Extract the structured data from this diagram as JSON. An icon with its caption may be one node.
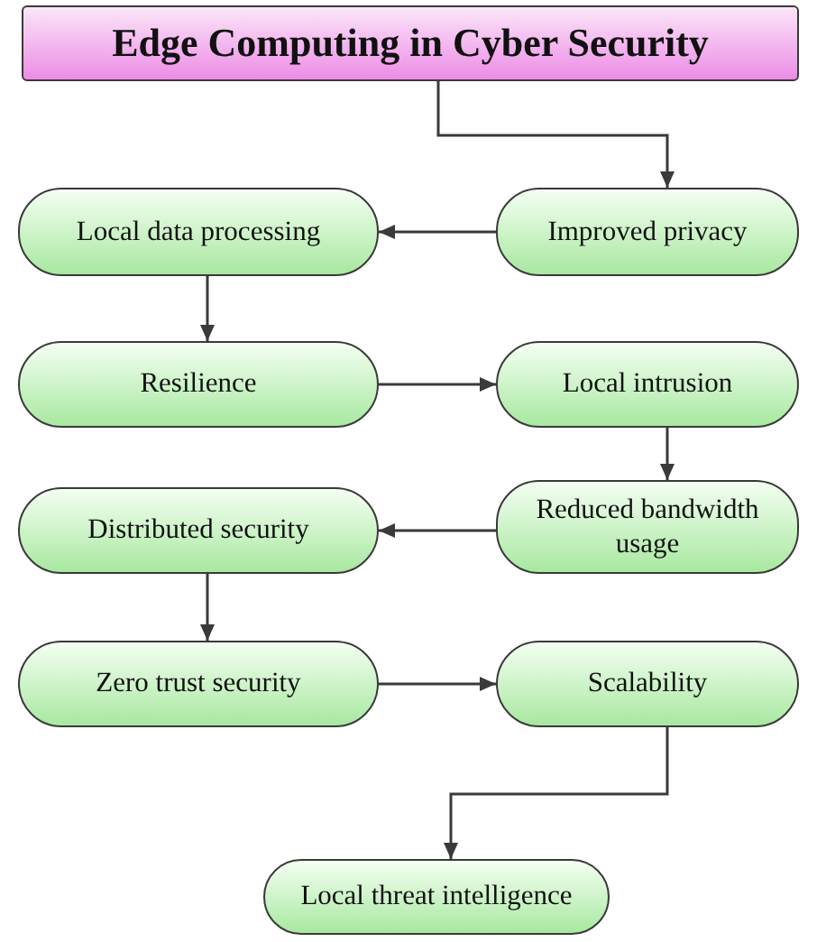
{
  "diagram": {
    "nodes": [
      {
        "text": [
          "Edge Computing in Cyber Security"
        ]
      },
      {
        "text": [
          "Improved privacy"
        ]
      },
      {
        "text": [
          "Local data processing"
        ]
      },
      {
        "text": [
          "Resilience"
        ]
      },
      {
        "text": [
          "Local intrusion"
        ]
      },
      {
        "text": [
          "Reduced bandwidth usage"
        ]
      },
      {
        "text": [
          "Distributed security"
        ]
      },
      {
        "text": [
          "Zero trust security"
        ]
      },
      {
        "text": [
          "Scalability"
        ]
      },
      {
        "text": [
          "Local threat intelligence"
        ]
      }
    ],
    "edges": [
      {
        "from": 0,
        "to": 1,
        "arrow": "to"
      },
      {
        "from": 1,
        "to": 2,
        "arrow": "to"
      },
      {
        "from": 2,
        "to": 3,
        "arrow": "to"
      },
      {
        "from": 3,
        "to": 4,
        "arrow": "to"
      },
      {
        "from": 4,
        "to": 5,
        "arrow": "to"
      },
      {
        "from": 5,
        "to": 6,
        "arrow": "to"
      },
      {
        "from": 6,
        "to": 7,
        "arrow": "to"
      },
      {
        "from": 7,
        "to": 8,
        "arrow": "to"
      },
      {
        "from": 8,
        "to": 9,
        "arrow": "to"
      }
    ]
  }
}
